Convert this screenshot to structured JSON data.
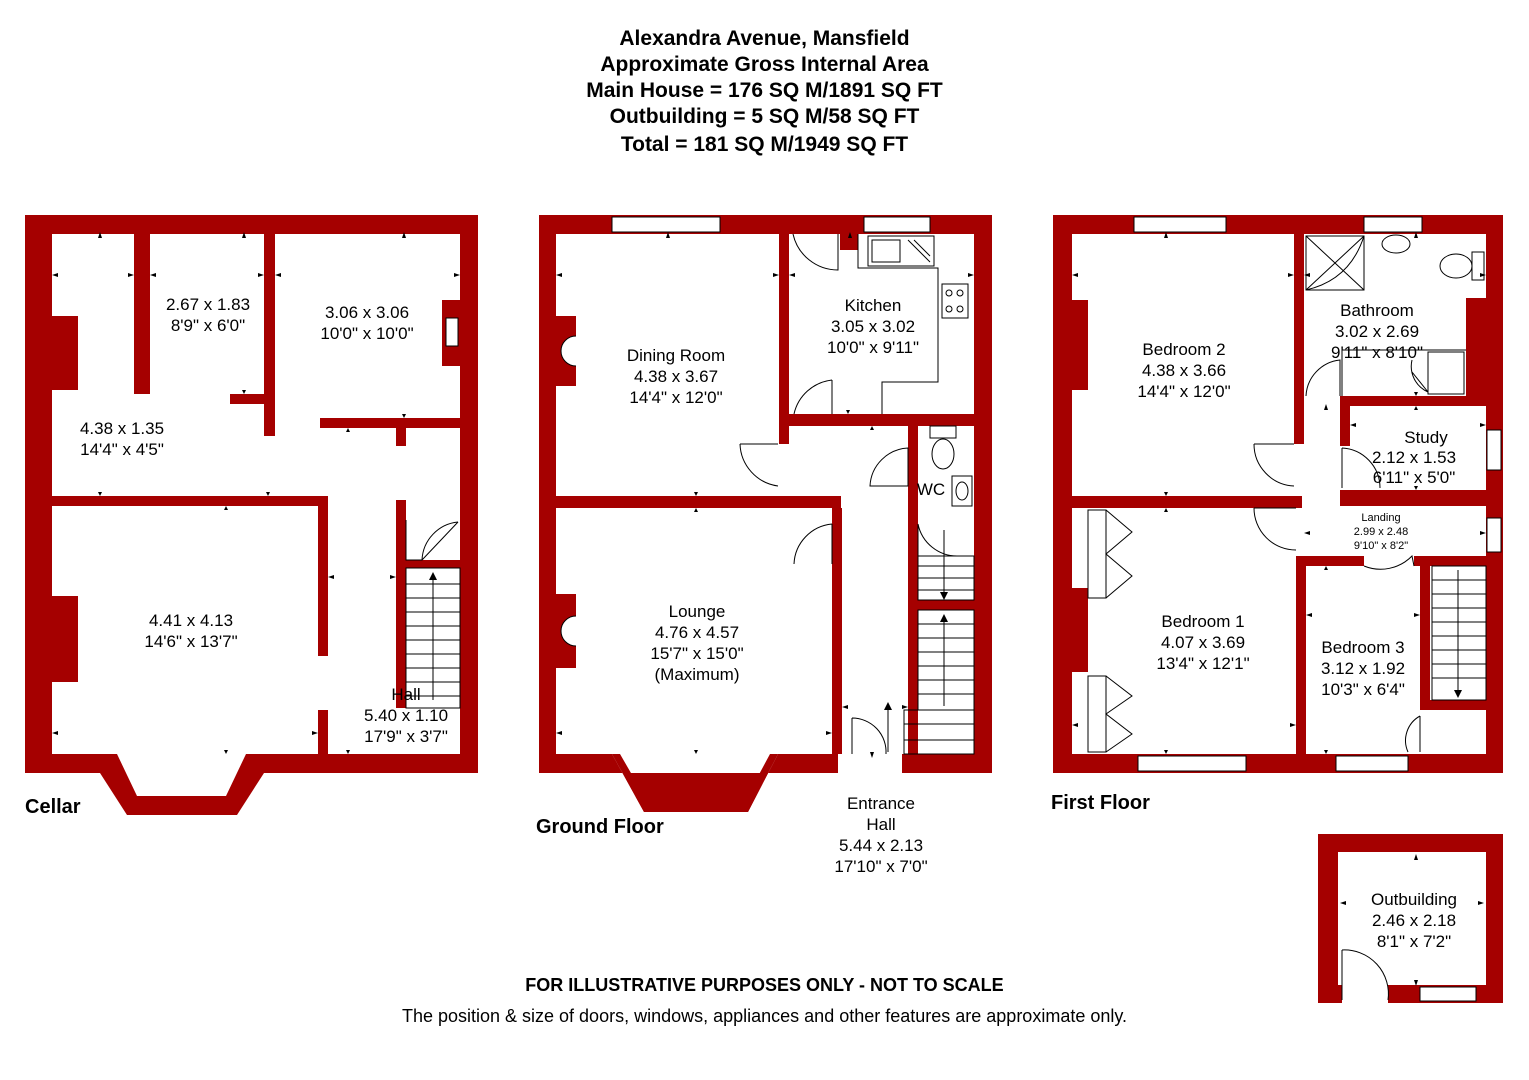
{
  "header": {
    "address": "Alexandra Avenue, Mansfield",
    "subtitle": "Approximate Gross Internal Area",
    "main_house": "Main House = 176 SQ M/1891 SQ FT",
    "outbuilding": "Outbuilding = 5 SQ M/58 SQ FT",
    "total": "Total = 181 SQ M/1949 SQ FT"
  },
  "colors": {
    "wall": "#a50000",
    "line": "#000000",
    "background": "#ffffff"
  },
  "floors": {
    "cellar": {
      "label": "Cellar",
      "rooms": {
        "store_a": {
          "metric": "2.67 x 1.83",
          "imperial": "8'9\" x 6'0\""
        },
        "store_b": {
          "metric": "3.06 x 3.06",
          "imperial": "10'0\" x 10'0\""
        },
        "store_c": {
          "metric": "4.38 x 1.35",
          "imperial": "14'4\" x 4'5\""
        },
        "store_d": {
          "metric": "4.41 x 4.13",
          "imperial": "14'6\" x 13'7\""
        },
        "hall": {
          "name": "Hall",
          "metric": "5.40 x 1.10",
          "imperial": "17'9\" x 3'7\""
        }
      }
    },
    "ground": {
      "label": "Ground Floor",
      "rooms": {
        "dining": {
          "name": "Dining Room",
          "metric": "4.38 x 3.67",
          "imperial": "14'4\" x 12'0\""
        },
        "kitchen": {
          "name": "Kitchen",
          "metric": "3.05 x 3.02",
          "imperial": "10'0\" x 9'11\""
        },
        "lounge": {
          "name": "Lounge",
          "metric": "4.76 x 4.57",
          "imperial": "15'7\" x 15'0\"",
          "note": "(Maximum)"
        },
        "wc": {
          "name": "WC"
        },
        "entrance": {
          "name_1": "Entrance",
          "name_2": "Hall",
          "metric": "5.44 x 2.13",
          "imperial": "17'10\" x 7'0\""
        }
      }
    },
    "first": {
      "label": "First Floor",
      "rooms": {
        "bedroom2": {
          "name": "Bedroom 2",
          "metric": "4.38 x 3.66",
          "imperial": "14'4\" x 12'0\""
        },
        "bathroom": {
          "name": "Bathroom",
          "metric": "3.02 x 2.69",
          "imperial": "9'11\" x 8'10\""
        },
        "study": {
          "name": "Study",
          "metric": "2.12 x 1.53",
          "imperial": "6'11\" x 5'0\""
        },
        "landing": {
          "name": "Landing",
          "metric": "2.99 x 2.48",
          "imperial": "9'10\" x 8'2\""
        },
        "bedroom1": {
          "name": "Bedroom 1",
          "metric": "4.07 x 3.69",
          "imperial": "13'4\" x 12'1\""
        },
        "bedroom3": {
          "name": "Bedroom 3",
          "metric": "3.12 x 1.92",
          "imperial": "10'3\" x 6'4\""
        }
      }
    },
    "outbuilding": {
      "rooms": {
        "outbuilding": {
          "name": "Outbuilding",
          "metric": "2.46 x 2.18",
          "imperial": "8'1\" x 7'2\""
        }
      }
    }
  },
  "footer": {
    "disclaimer": "FOR ILLUSTRATIVE PURPOSES ONLY - NOT TO SCALE",
    "note": "The position & size of doors, windows, appliances and other features are approximate only."
  }
}
